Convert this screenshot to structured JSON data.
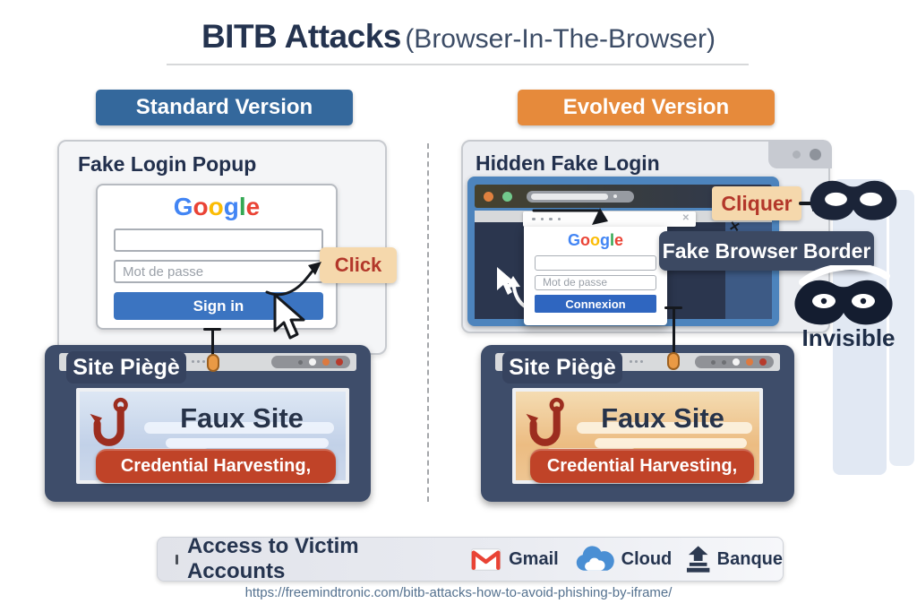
{
  "title": {
    "main": "BITB Attacks",
    "sub": "(Browser-In-The-Browser)"
  },
  "google": {
    "letters": [
      "G",
      "o",
      "o",
      "g",
      "l",
      "e"
    ]
  },
  "standard": {
    "version_label": "Standard Version",
    "panel_title": "Fake Login Popup",
    "password_placeholder": "Mot de passe",
    "signin_label": "Sign in",
    "click_label": "Click",
    "site_label": "Site Piègè",
    "faux_site_label": "Faux Site",
    "harvesting_label": "Credential Harvesting,"
  },
  "evolved": {
    "version_label": "Evolved Version",
    "panel_title": "Hidden Fake Login",
    "password_placeholder": "Mot de passe",
    "connexion_label": "Connexion",
    "cliquer_label": "Cliquer",
    "fake_border_label": "Fake Browser Border",
    "invisible_label": "Invisible",
    "close_glyph": "✕",
    "site_label": "Site Piègè",
    "faux_site_label": "Faux Site",
    "harvesting_label": "Credential Harvesting,"
  },
  "footer": {
    "access_label": "Access to Victim Accounts",
    "gmail_label": "Gmail",
    "cloud_label": "Cloud",
    "banque_label": "Banque",
    "url": "https://freemindtronic.com/bitb-attacks-how-to-avoid-phishing-by-iframe/"
  },
  "icons": {
    "hook": "fish-hook",
    "mask_top": "domino-mask",
    "mask_bottom": "domino-mask-eyes",
    "cursor": "mouse-cursor",
    "gmail": "gmail-envelope",
    "cloud": "cloud",
    "banque": "bank-building"
  },
  "colors": {
    "navy_text": "#24334f",
    "panel_slate": "#3e4d6a",
    "header_blue": "#34689c",
    "header_orange": "#e68a3b",
    "button_blue": "#3b74c1",
    "connexion_blue": "#2f66c0",
    "click_red": "#b3372a",
    "click_bg": "#f5d8ac",
    "harvest_red": "#c04328",
    "browser_frame_blue": "#4d84bd",
    "mask_navy": "#1b2438",
    "google_blue": "#4285F4",
    "google_red": "#EA4335",
    "google_yellow": "#FBBC05",
    "google_green": "#34A853",
    "cloud_blue": "#4a8fd4"
  }
}
